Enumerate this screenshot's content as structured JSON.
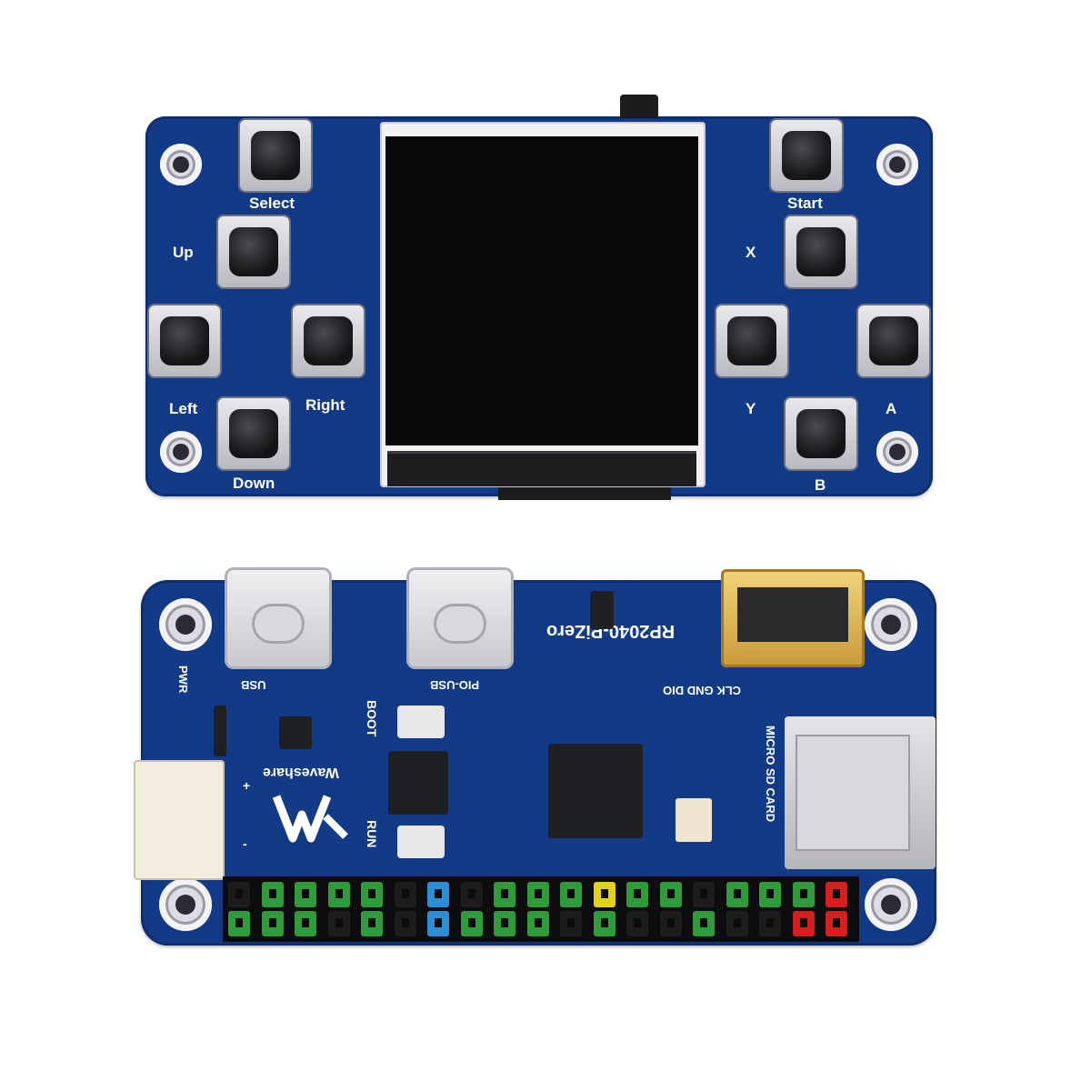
{
  "top_board": {
    "labels": {
      "select": "Select",
      "up": "Up",
      "left": "Left",
      "right": "Right",
      "down": "Down",
      "start": "Start",
      "x": "X",
      "y": "Y",
      "a": "A",
      "b": "B"
    }
  },
  "bottom_board": {
    "model": "RP2040-PiZero",
    "brand": "Waveshare",
    "pwr": "PWR",
    "usb": "USB",
    "pio_usb": "PIO-USB",
    "boot": "BOOT",
    "run": "RUN",
    "debug_pins": "CLK GND DIO",
    "micro_sd": "MICRO SD CARD",
    "plus": "+",
    "minus": "-"
  },
  "header_pin_colors": [
    "#1c1c1c",
    "#2f9b3a",
    "#2f9b3a",
    "#2f9b3a",
    "#2f9b3a",
    "#1c1c1c",
    "#2a8fd6",
    "#1c1c1c",
    "#2f9b3a",
    "#2f9b3a",
    "#2f9b3a",
    "#e2d21c",
    "#2f9b3a",
    "#2f9b3a",
    "#1c1c1c",
    "#2f9b3a",
    "#2f9b3a",
    "#2f9b3a",
    "#d61e1e"
  ],
  "header_pin_colors_bottom": [
    "#2f9b3a",
    "#2f9b3a",
    "#2f9b3a",
    "#1c1c1c",
    "#2f9b3a",
    "#1c1c1c",
    "#2a8fd6",
    "#2f9b3a",
    "#2f9b3a",
    "#2f9b3a",
    "#1c1c1c",
    "#2f9b3a",
    "#1c1c1c",
    "#1c1c1c",
    "#2f9b3a",
    "#1c1c1c",
    "#1c1c1c",
    "#d61e1e",
    "#d61e1e"
  ],
  "colors": {
    "pcb": "#123a86"
  }
}
